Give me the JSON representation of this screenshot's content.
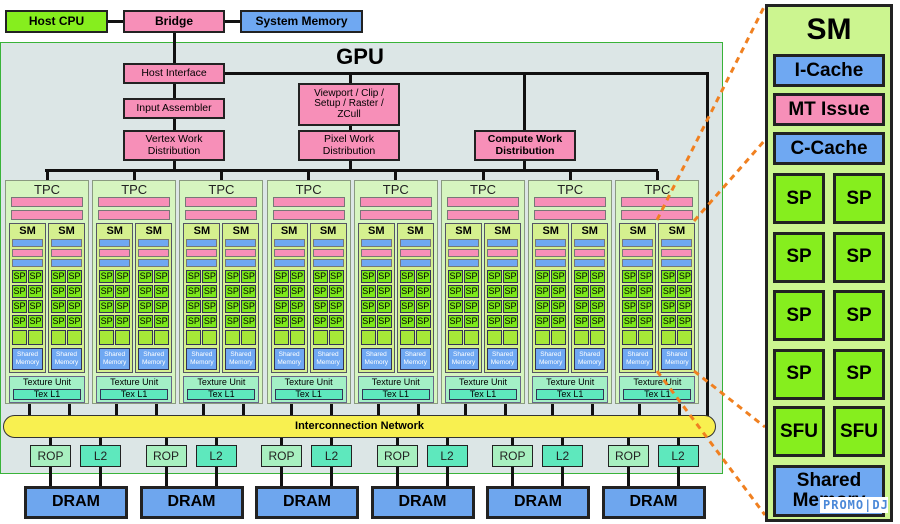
{
  "top": {
    "host_cpu": "Host CPU",
    "bridge": "Bridge",
    "system_memory": "System Memory"
  },
  "gpu": {
    "title": "GPU",
    "host_interface": "Host Interface",
    "input_assembler": "Input Assembler",
    "viewport": "Viewport / Clip / Setup / Raster / ZCull",
    "vertex_work": "Vertex Work Distribution",
    "pixel_work": "Pixel Work Distribution",
    "compute_work": "Compute Work Distribution",
    "interconnect": "Interconnection Network"
  },
  "tpc": {
    "count": 8,
    "label": "TPC",
    "sm_label": "SM",
    "sp_label": "SP",
    "shared_memory": "Shared Memory",
    "texture_unit": "Texture Unit",
    "tex_l1": "Tex L1"
  },
  "memory": {
    "partitions": 6,
    "rop": "ROP",
    "l2": "L2",
    "dram": "DRAM"
  },
  "sm_detail": {
    "title": "SM",
    "i_cache": "I-Cache",
    "mt_issue": "MT Issue",
    "c_cache": "C-Cache",
    "sp": "SP",
    "sfu": "SFU",
    "shared_memory": "Shared Memory"
  },
  "watermark": "PROMO DJ",
  "colors": {
    "pink": "#f78fb8",
    "blue": "#6fa8f2",
    "green": "#86ee1e",
    "yellow": "#f8f050",
    "callout": "#f08020"
  }
}
